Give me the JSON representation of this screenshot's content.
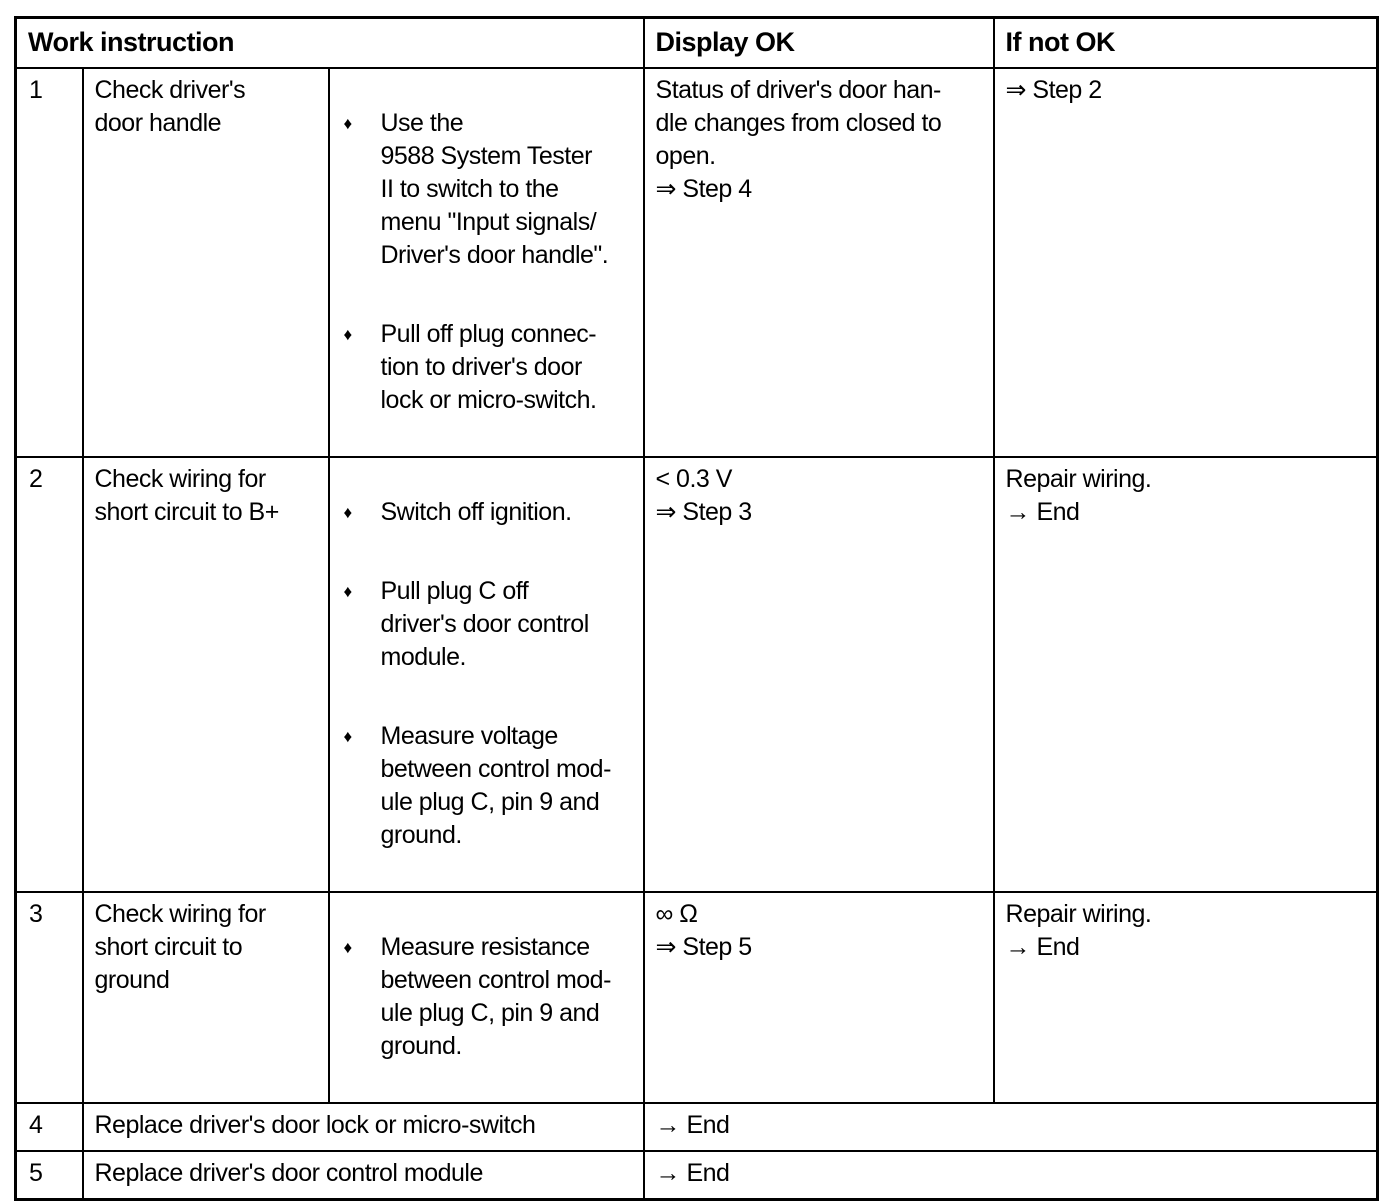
{
  "document": {
    "background_color": "#ffffff",
    "text_color": "#000000"
  },
  "glyphs": {
    "bullet": "♦"
  },
  "table": {
    "headers": {
      "work_instruction": "Work instruction",
      "display_ok": "Display OK",
      "if_not_ok": "If not OK"
    },
    "steps": [
      {
        "number": "1",
        "check": "Check driver's\ndoor handle",
        "actions": [
          "Use the\n9588 System Tester\nII to switch to the\nmenu \"Input signals/\nDriver's door handle\".",
          "Pull off plug connec-\ntion to driver's door\nlock or micro-switch."
        ],
        "display_ok": "Status of driver's door han-\ndle changes from closed to\nopen.\n⇒ Step 4",
        "if_not_ok": "⇒ Step 2"
      },
      {
        "number": "2",
        "check": "Check wiring for\nshort circuit to B+",
        "actions": [
          "Switch off ignition.",
          "Pull plug C off\ndriver's door control\nmodule.",
          "Measure voltage\nbetween control mod-\nule plug C, pin 9 and\nground."
        ],
        "display_ok": "< 0.3 V\n⇒ Step 3",
        "if_not_ok": "Repair wiring.\n→ End"
      },
      {
        "number": "3",
        "check": "Check wiring for\nshort circuit to\nground",
        "actions": [
          "Measure resistance\nbetween control mod-\nule plug C, pin 9 and\nground."
        ],
        "display_ok": "∞ Ω\n⇒ Step 5",
        "if_not_ok": "Repair wiring.\n→ End"
      },
      {
        "number": "4",
        "instruction": "Replace driver's door lock or micro-switch",
        "result": "→ End"
      },
      {
        "number": "5",
        "instruction": "Replace driver's door control module",
        "result": "→ End"
      }
    ]
  }
}
